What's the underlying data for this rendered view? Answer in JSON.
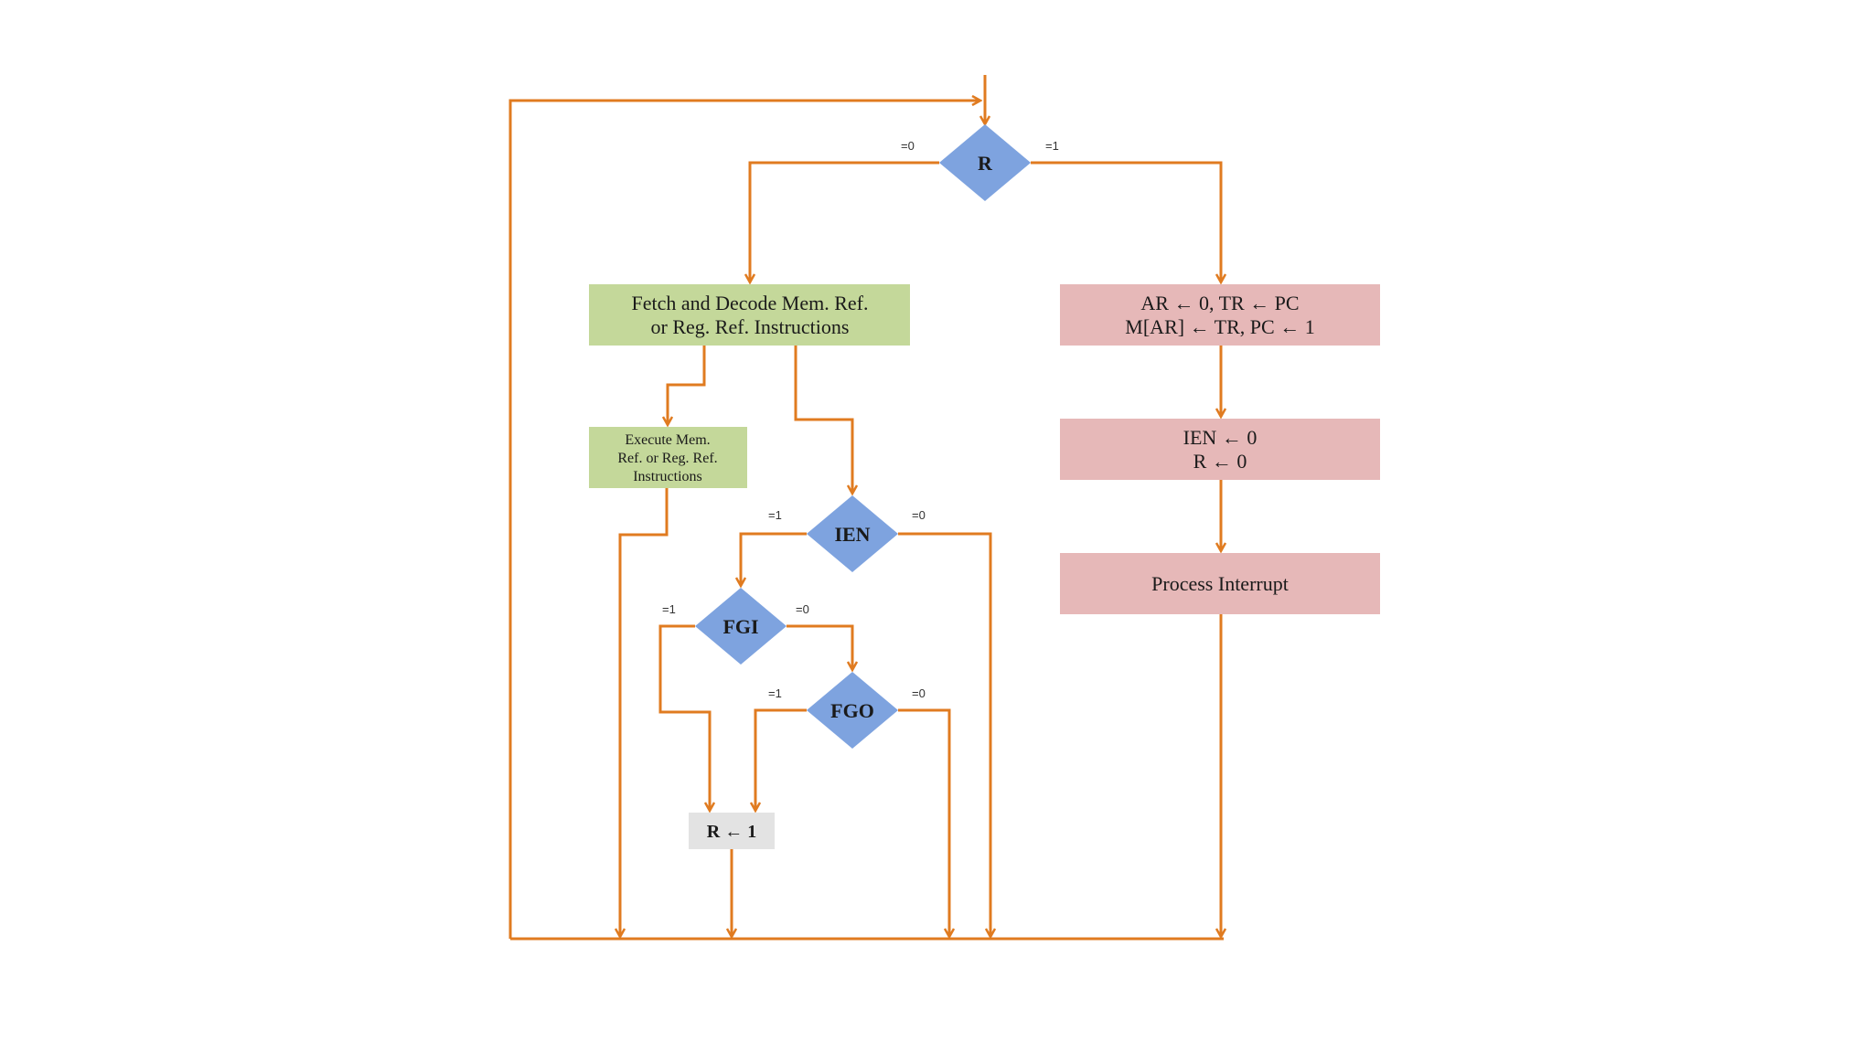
{
  "colors": {
    "line": "#e07b20",
    "decision": "#7ea3df",
    "green_box": "#c4d89a",
    "pink_box": "#e6b8b8",
    "gray_box": "#e3e3e3",
    "background": "#ffffff"
  },
  "decisions": {
    "r": "R",
    "ien": "IEN",
    "fgi": "FGI",
    "fgo": "FGO"
  },
  "branches": {
    "r_zero": "=0",
    "r_one": "=1",
    "ien_one": "=1",
    "ien_zero": "=0",
    "fgi_one": "=1",
    "fgi_zero": "=0",
    "fgo_one": "=1",
    "fgo_zero": "=0"
  },
  "boxes": {
    "fetch_decode": [
      "Fetch and Decode Mem. Ref.",
      "or Reg. Ref. Instructions"
    ],
    "execute": [
      "Execute Mem.",
      "Ref. or Reg. Ref.",
      "Instructions"
    ],
    "save_return": [
      "AR ← 0, TR ← PC",
      "M[AR] ← TR, PC ← 1"
    ],
    "clear_flags": [
      "IEN ← 0",
      "R ← 0"
    ],
    "process_interrupt": "Process Interrupt",
    "set_r": "R ← 1"
  }
}
